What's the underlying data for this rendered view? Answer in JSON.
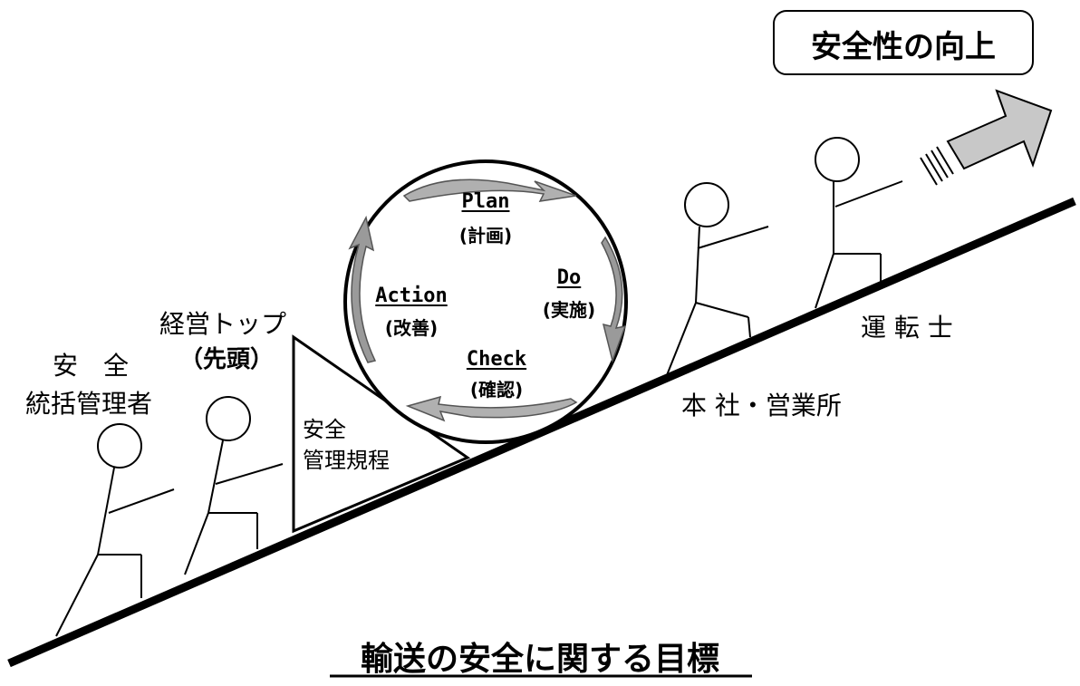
{
  "goal_box": {
    "text": "安全性の向上"
  },
  "footer_title": "輸送の安全に関する目標",
  "cycle": {
    "plan": "Plan",
    "plan_jp": "(計画)",
    "do": "Do",
    "do_jp": "(実施)",
    "check": "Check",
    "check_jp": "(確認)",
    "action": "Action",
    "action_jp": "(改善)"
  },
  "roles": {
    "manager_line1": "安　全",
    "manager_line2": "統括管理者",
    "top_line1": "経営トップ",
    "top_line2": "（先頭）",
    "rules_line1": "安全",
    "rules_line2": "管理規程",
    "office": "本 社・営業所",
    "drivers": "運 転 士"
  },
  "colors": {
    "arrow_gray": "#b0b0b0",
    "arrow_dark": "#808080",
    "line": "#000000"
  }
}
